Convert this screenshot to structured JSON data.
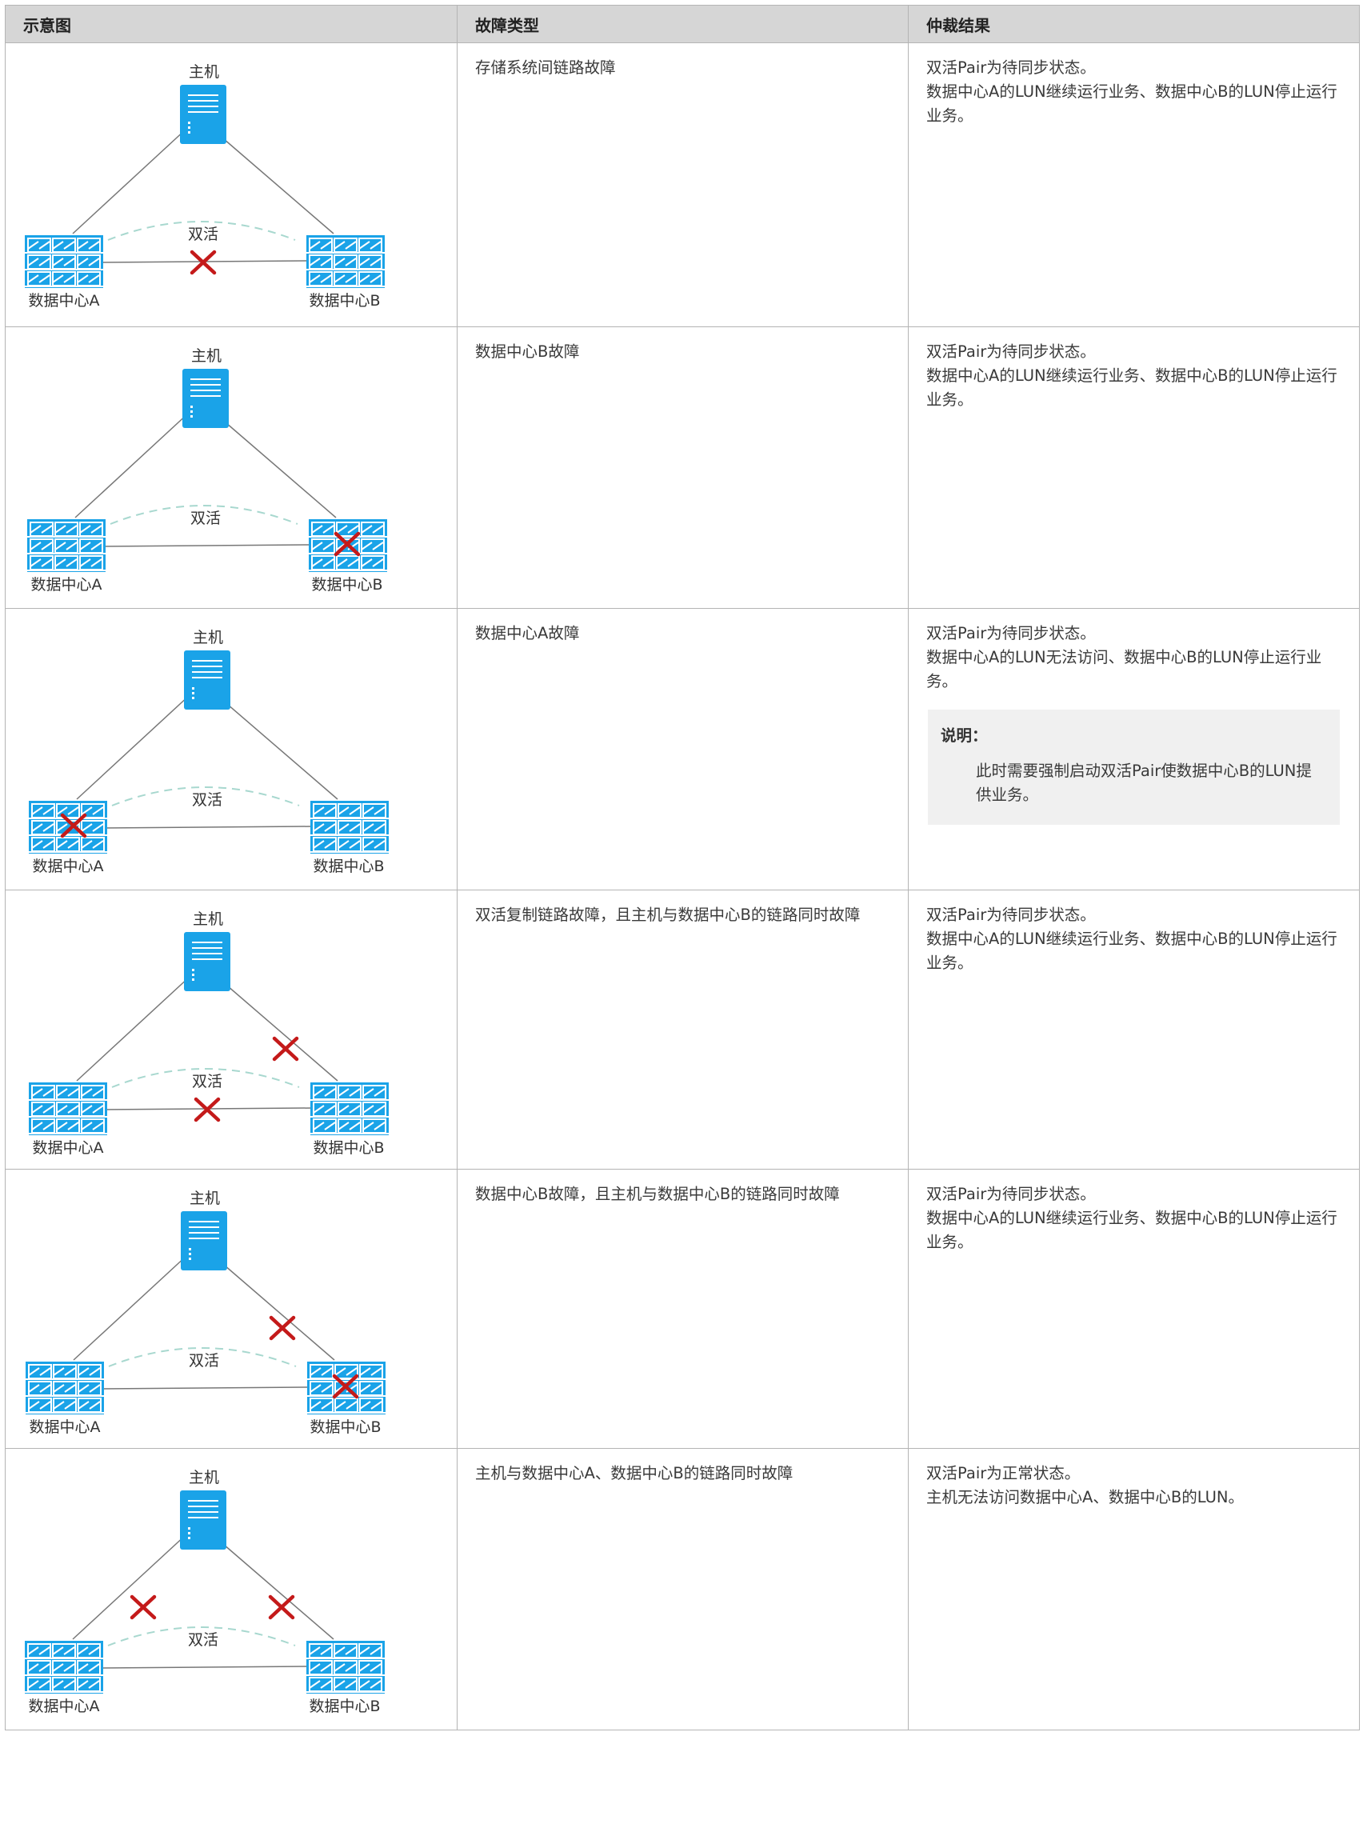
{
  "header": {
    "col1": "示意图",
    "col2": "故障类型",
    "col3": "仲裁结果"
  },
  "diagram_labels": {
    "host": "主机",
    "active_active": "双活",
    "dc_a": "数据中心A",
    "dc_b": "数据中心B"
  },
  "colors": {
    "device": "#1aa3e8",
    "x_mark": "#c41a1a",
    "link_line": "#777777",
    "arc": "#a8d8cf",
    "header_bg": "#d6d6d6",
    "note_bg": "#f0f0f0"
  },
  "rows": [
    {
      "fault": "存储系统间链路故障",
      "result": [
        "双活Pair为待同步状态。",
        "数据中心A的LUN继续运行业务、数据中心B的LUN停止运行业务。"
      ],
      "x_marks": [
        "replication-link"
      ]
    },
    {
      "fault": "数据中心B故障",
      "result": [
        "双活Pair为待同步状态。",
        "数据中心A的LUN继续运行业务、数据中心B的LUN停止运行业务。"
      ],
      "x_marks": [
        "dc-b"
      ]
    },
    {
      "fault": "数据中心A故障",
      "result": [
        "双活Pair为待同步状态。",
        "数据中心A的LUN无法访问、数据中心B的LUN停止运行业务。"
      ],
      "x_marks": [
        "dc-a"
      ],
      "note": {
        "title": "说明：",
        "text": "此时需要强制启动双活Pair使数据中心B的LUN提供业务。"
      }
    },
    {
      "fault": "双活复制链路故障，且主机与数据中心B的链路同时故障",
      "result": [
        "双活Pair为待同步状态。",
        "数据中心A的LUN继续运行业务、数据中心B的LUN停止运行业务。"
      ],
      "x_marks": [
        "host-b-link",
        "replication-link"
      ]
    },
    {
      "fault": "数据中心B故障，且主机与数据中心B的链路同时故障",
      "result": [
        "双活Pair为待同步状态。",
        "数据中心A的LUN继续运行业务、数据中心B的LUN停止运行业务。"
      ],
      "x_marks": [
        "host-b-link",
        "dc-b"
      ]
    },
    {
      "fault": "主机与数据中心A、数据中心B的链路同时故障",
      "result": [
        "双活Pair为正常状态。",
        "主机无法访问数据中心A、数据中心B的LUN。"
      ],
      "x_marks": [
        "host-a-link",
        "host-b-link"
      ]
    }
  ]
}
